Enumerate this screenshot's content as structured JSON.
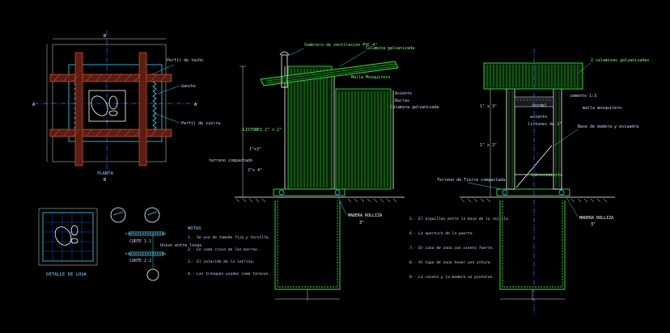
{
  "plan": {
    "title": "PLANTA",
    "labels": {
      "roof_profile": "Perfil de techo",
      "hook": "Gancho",
      "steel_profile": "Perfil de sierra",
      "axis_a": "A",
      "axis_b": "B"
    }
  },
  "slab": {
    "title": "DETALLE DE LOSA",
    "cut_1": "CORTE 1-1",
    "cut_2": "CORTE 2-2",
    "joint_label": "Union entre losas"
  },
  "notes": {
    "heading": "NOTAS",
    "left": [
      "1.- Se usa de tamaño fijo y tornillo.",
      "2.- En cada cruce de las barras.",
      "3.- El colorido de la letrina.",
      "4.- Las tranques usados como tarecos."
    ],
    "right": [
      "5.- El orquillas entre la base de la rejilla.",
      "6.- La apertura de la puerta.",
      "7.- En caso de zona con viento fuerte.",
      "8.- Al tapa de zona tener una altura.",
      "9.- La caseta y la madera se pintaran."
    ]
  },
  "section_left": {
    "labels": {
      "ventilation": "Sombrero de ventilación PVC 4\"",
      "galv_sheet": "Calamina galvanizada",
      "mosquito_net": "Malla Mosquitero",
      "seat": "Asiento",
      "bar": "Barras",
      "galv_roof": "Calamina galvanizada",
      "studs": "LISTONES 2\" x 2\"",
      "dim_2x3": "1\"x3\"",
      "compacted_earth": "terreno compactado",
      "wood_1": "2\"x 4\"",
      "wood_log": "MADERA ROLLIZA",
      "wood_log_dim": "3\""
    }
  },
  "section_right": {
    "labels": {
      "galv_sheets": "2 calaminas galvanizadas",
      "cement": "cemento 1:3",
      "net": "malla mosquitero",
      "border": "bordel",
      "seat_cap": "asiento",
      "clamp": "listones de 2\"",
      "wood_wood": "Base de madera y escuadra",
      "compacted": "Terreno de Tierra compactada",
      "dim_1": "1\" x 3\"",
      "dim_2": "1\" x 3\"",
      "wood_log": "MADERA ROLLIZA",
      "wood_log_dim": "3\"",
      "plinth": "Sobrecimiento"
    }
  }
}
